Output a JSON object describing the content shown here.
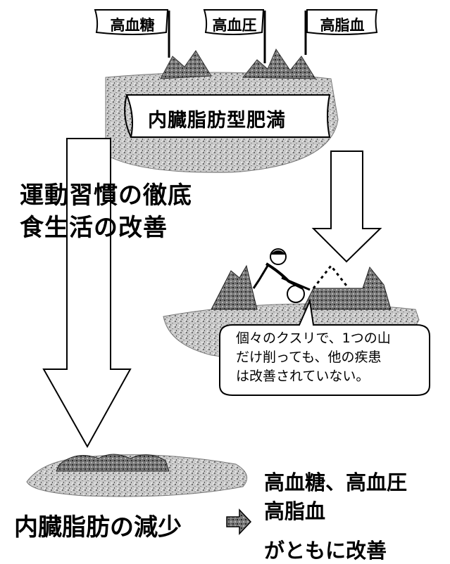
{
  "flags": [
    "高血糖",
    "高血圧",
    "高脂血"
  ],
  "obesity_banner": "内臓脂肪型肥満",
  "lifestyle": {
    "line1": "運動習慣の徹底",
    "line2": "食生活の改善"
  },
  "callout": {
    "line1": "個々のクスリで、1つの山",
    "line2": "だけ削っても、他の疾患",
    "line3": "は改善されていない。"
  },
  "reduction_label": "内臓脂肪の減少",
  "result": {
    "line1": "高血糖、高血圧",
    "line2": "高脂血",
    "line3": "がともに改善"
  },
  "colors": {
    "ink": "#000000",
    "paper": "#ffffff",
    "texture": "#9a9a9a"
  }
}
